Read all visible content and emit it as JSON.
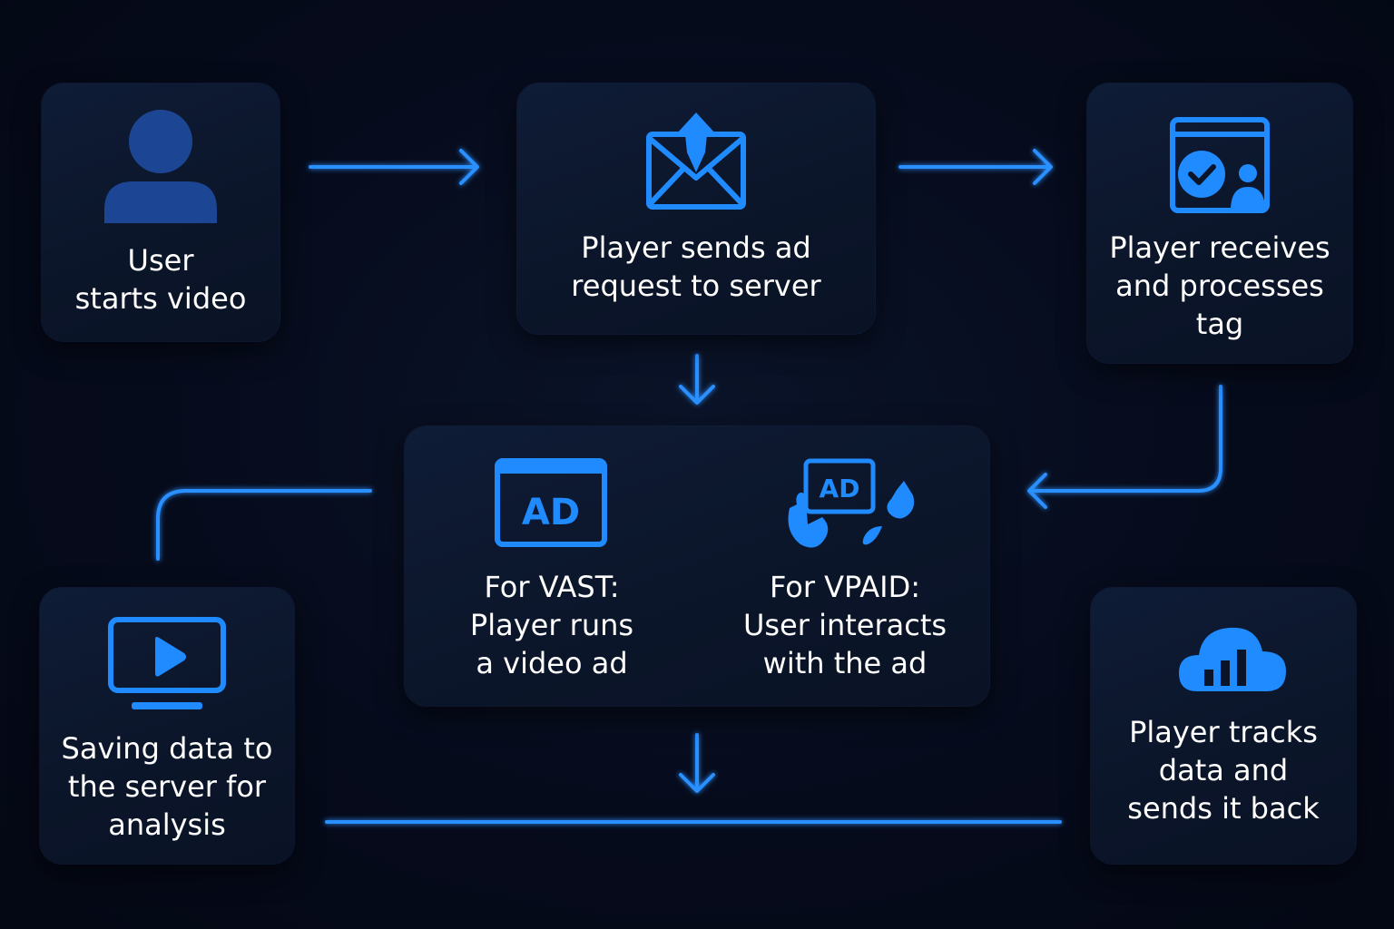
{
  "accent": "#1f8bff",
  "steps": {
    "user_start": {
      "label": "User\nstarts video",
      "icon": "user-icon"
    },
    "ad_request": {
      "label": "Player sends ad\nrequest to server",
      "icon": "envelope-icon"
    },
    "receive_tag": {
      "label": "Player receives\nand processes\ntag",
      "icon": "browser-check-icon"
    },
    "vast": {
      "label": "For VAST:\nPlayer runs\na video ad",
      "icon": "ad-screen-icon",
      "badge": "AD"
    },
    "vpaid": {
      "label": "For VPAID:\nUser interacts\nwith the ad",
      "icon": "ad-touch-icon",
      "badge": "AD"
    },
    "track": {
      "label": "Player tracks\ndata and\nsends it back",
      "icon": "cloud-chart-icon"
    },
    "save": {
      "label": "Saving data to\nthe server for\nanalysis",
      "icon": "monitor-play-icon"
    }
  }
}
